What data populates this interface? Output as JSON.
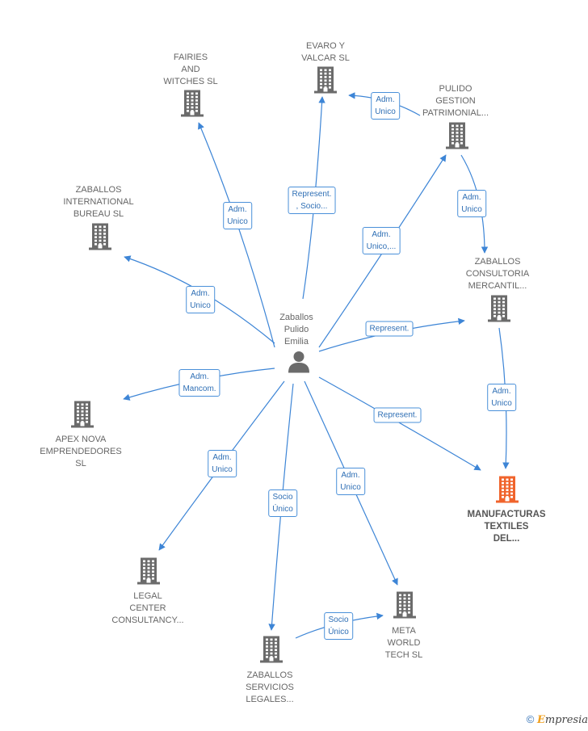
{
  "center": {
    "name": "Zaballos\nPulido\nEmilia"
  },
  "companies": [
    {
      "id": "fairies",
      "label": "FAIRIES\nAND\nWITCHES SL"
    },
    {
      "id": "evaro",
      "label": "EVARO Y\nVALCAR SL"
    },
    {
      "id": "pulido",
      "label": "PULIDO\nGESTION\nPATRIMONIAL..."
    },
    {
      "id": "zib",
      "label": "ZABALLOS\nINTERNATIONAL\nBUREAU SL"
    },
    {
      "id": "zcm",
      "label": "ZABALLOS\nCONSULTORIA\nMERCANTIL..."
    },
    {
      "id": "apex",
      "label": "APEX NOVA\nEMPRENDEDORES\nSL"
    },
    {
      "id": "manuf",
      "label": "MANUFACTURAS\nTEXTILES\nDEL...",
      "highlight": true
    },
    {
      "id": "legal",
      "label": "LEGAL\nCENTER\nCONSULTANCY..."
    },
    {
      "id": "meta",
      "label": "META\nWORLD\nTECH  SL"
    },
    {
      "id": "zsl",
      "label": "ZABALLOS\nSERVICIOS\nLEGALES..."
    }
  ],
  "relations": [
    {
      "from": "center",
      "to": "fairies",
      "label": "Adm.\nUnico"
    },
    {
      "from": "center",
      "to": "evaro",
      "label": "Represent.\n, Socio..."
    },
    {
      "from": "pulido",
      "to": "evaro",
      "label": "Adm.\nUnico"
    },
    {
      "from": "center",
      "to": "pulido",
      "label": "Adm.\nUnico,..."
    },
    {
      "from": "pulido",
      "to": "zcm",
      "label": "Adm.\nUnico"
    },
    {
      "from": "center",
      "to": "zib",
      "label": "Adm.\nUnico"
    },
    {
      "from": "center",
      "to": "zcm",
      "label": "Represent."
    },
    {
      "from": "center",
      "to": "apex",
      "label": "Adm.\nMancom."
    },
    {
      "from": "zcm",
      "to": "manuf",
      "label": "Adm.\nUnico"
    },
    {
      "from": "center",
      "to": "manuf",
      "label": "Represent."
    },
    {
      "from": "center",
      "to": "legal",
      "label": "Adm.\nUnico"
    },
    {
      "from": "center",
      "to": "zsl",
      "label": "Socio\nÚnico"
    },
    {
      "from": "center",
      "to": "meta",
      "label": "Adm.\nUnico"
    },
    {
      "from": "zsl",
      "to": "meta",
      "label": "Socio\nÚnico"
    }
  ],
  "colors": {
    "edge": "#3d85d6",
    "building": "#6b6b6b",
    "highlight": "#f0642c",
    "person": "#6b6b6b"
  },
  "footer": {
    "copyright": "©",
    "brand_first": "E",
    "brand_rest": "mpresia"
  }
}
